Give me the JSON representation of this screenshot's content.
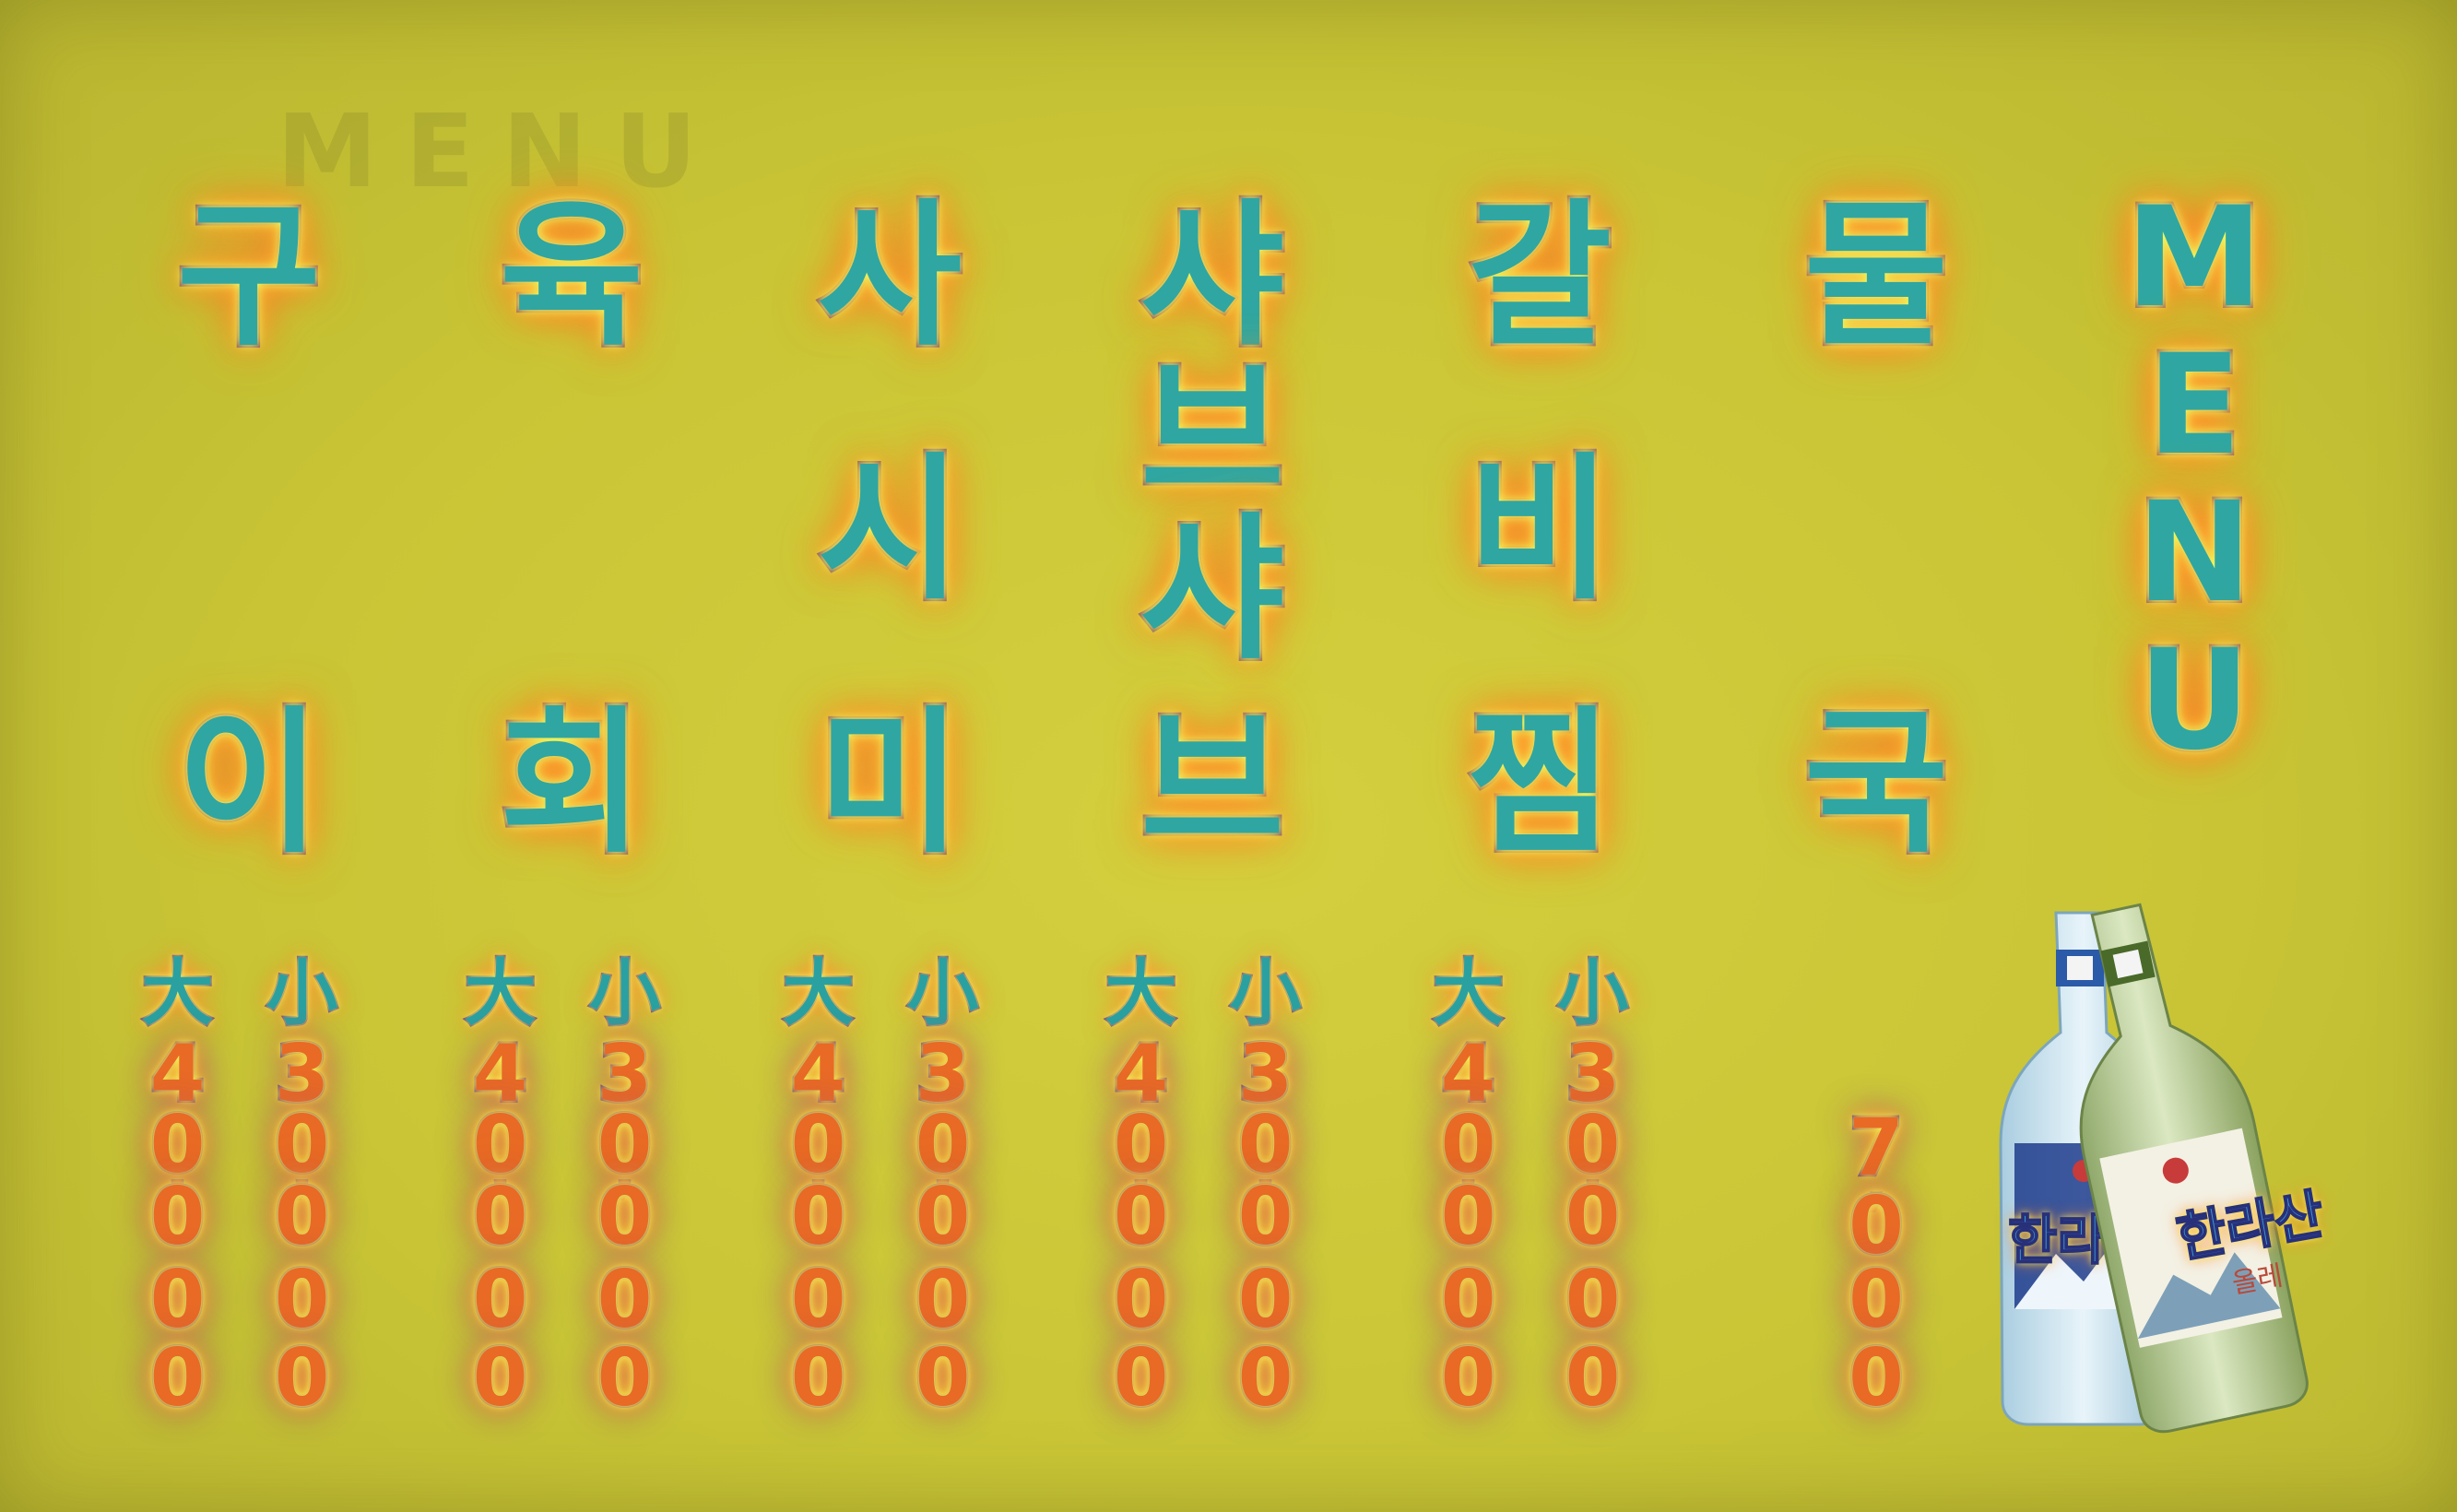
{
  "background": {
    "color": "#cbc736",
    "glow_colors": [
      "#e8ff6a",
      "#ffd23a",
      "#ff8a2a",
      "#f24c1f"
    ],
    "outline_color": "#3a2f9a"
  },
  "watermark": "MENU",
  "title": [
    "M",
    "E",
    "N",
    "U"
  ],
  "columns": [
    {
      "chars": [
        "구",
        "이"
      ],
      "name": "구이"
    },
    {
      "chars": [
        "육",
        "회"
      ],
      "name": "육회"
    },
    {
      "chars": [
        "사",
        "시",
        "미"
      ],
      "name": "사시미"
    },
    {
      "chars": [
        "샤",
        "브",
        "샤",
        "브"
      ],
      "name": "샤브샤브"
    },
    {
      "chars": [
        "갈",
        "비",
        "찜"
      ],
      "name": "갈비찜"
    },
    {
      "chars": [
        "물",
        "국"
      ],
      "name": "물국"
    }
  ],
  "size_labels": {
    "large": "大",
    "small": "小"
  },
  "prices": [
    {
      "large": "40,000",
      "small": "30,000"
    },
    {
      "large": "40,000",
      "small": "30,000"
    },
    {
      "large": "40,000",
      "small": "30,000"
    },
    {
      "large": "40,000",
      "small": "30,000"
    },
    {
      "large": "40,000",
      "small": "30,000"
    },
    {
      "single": "7,000"
    }
  ],
  "bottles": [
    {
      "label": "한라산",
      "color": "#cfe6f0",
      "icon": "soju-bottle-icon"
    },
    {
      "label": "한라산",
      "sublabel": "올레",
      "color": "#c9dbb0",
      "icon": "soju-bottle-icon"
    }
  ]
}
